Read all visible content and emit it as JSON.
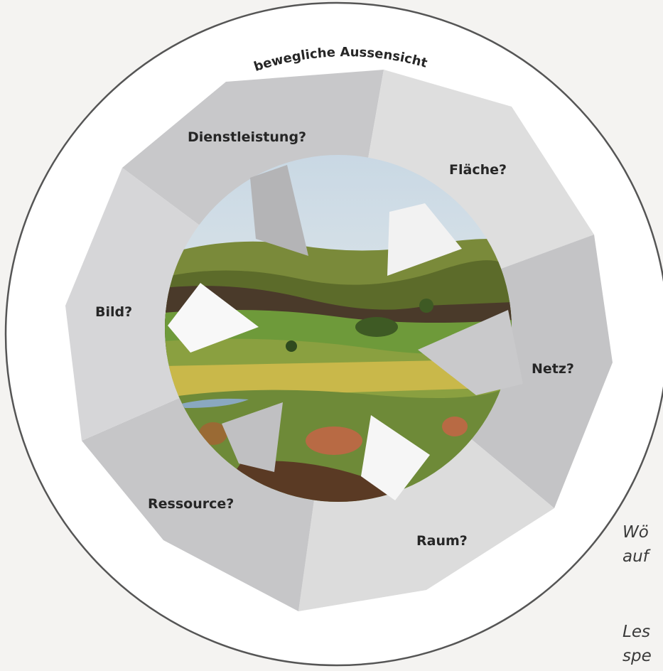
{
  "diagram": {
    "ring_label": "bewegliche Aussensicht",
    "segments": [
      {
        "id": "dienstleistung",
        "label": "Dienstleistung?",
        "shade": "#c8c8ca"
      },
      {
        "id": "flaeche",
        "label": "Fläche?",
        "shade": "#dedede"
      },
      {
        "id": "netz",
        "label": "Netz?",
        "shade": "#c4c4c6"
      },
      {
        "id": "raum",
        "label": "Raum?",
        "shade": "#dcdcdc"
      },
      {
        "id": "ressource",
        "label": "Ressource?",
        "shade": "#c6c6c8"
      },
      {
        "id": "bild",
        "label": "Bild?",
        "shade": "#d6d6d8"
      }
    ],
    "image_description_icon": "landscape-photo"
  },
  "side_text": {
    "line1": "Wö",
    "line2": "auf",
    "line3": "Les",
    "line4": "spe"
  }
}
